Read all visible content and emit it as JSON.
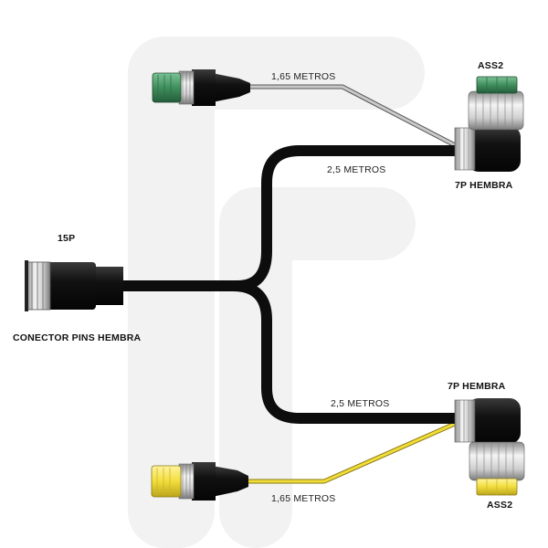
{
  "labels": {
    "main_pins": "15P",
    "main_connector": "CONECTOR PINS HEMBRA",
    "top_socket": "7P HEMBRA",
    "bottom_socket": "7P HEMBRA",
    "top_plug": "ASS2",
    "bottom_plug": "ASS2",
    "top_main_cable": "2,5 METROS",
    "bottom_main_cable": "2,5 METROS",
    "top_aux_cable": "1,65 METROS",
    "bottom_aux_cable": "1,65 METROS"
  },
  "colors": {
    "main_cable": "#111111",
    "top_aux_cable": "#b8b8b8",
    "bottom_aux_cable": "#e8d43a",
    "top_plug_body": "#3f8f5c",
    "bottom_plug_body": "#f2dd3c",
    "watermark": "#f1f1f1"
  }
}
